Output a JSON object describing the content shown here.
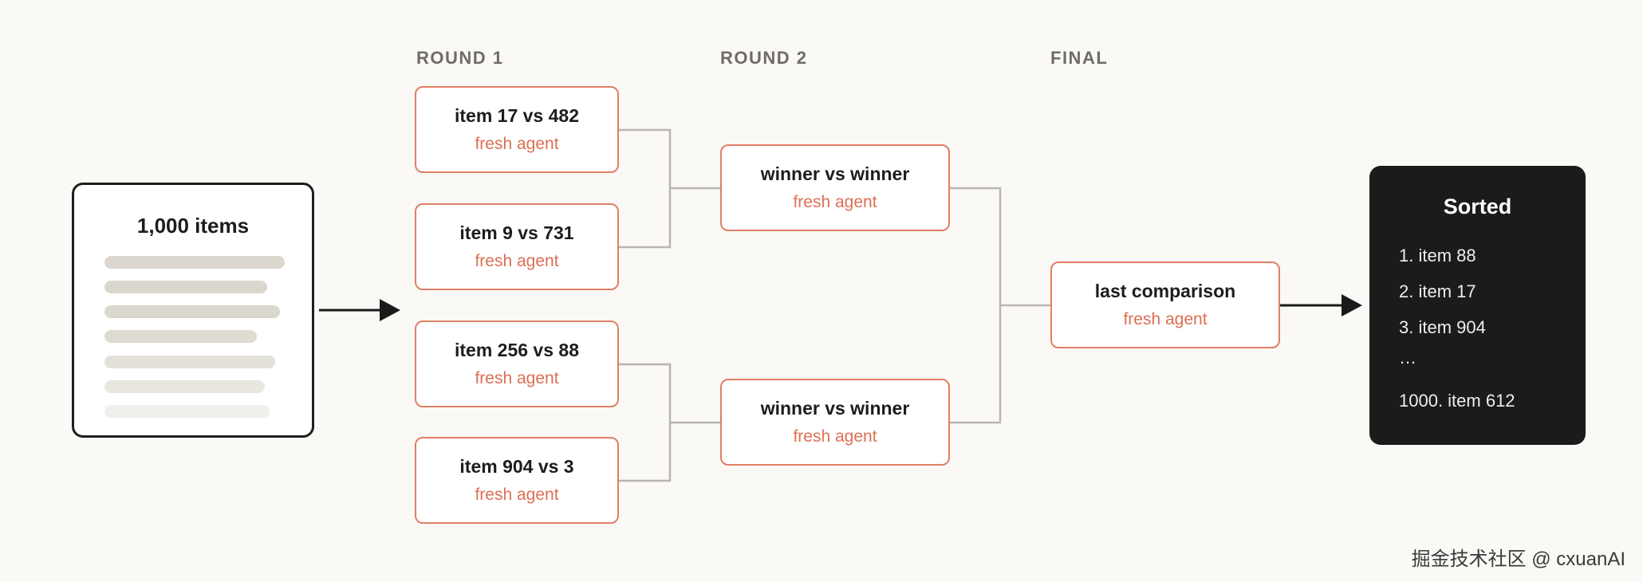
{
  "columns": {
    "round1": "ROUND 1",
    "round2": "ROUND 2",
    "final": "FINAL"
  },
  "input": {
    "title": "1,000 items"
  },
  "round1": [
    {
      "title": "item 17 vs 482",
      "sub": "fresh agent"
    },
    {
      "title": "item 9 vs 731",
      "sub": "fresh agent"
    },
    {
      "title": "item 256 vs 88",
      "sub": "fresh agent"
    },
    {
      "title": "item 904 vs 3",
      "sub": "fresh agent"
    }
  ],
  "round2": [
    {
      "title": "winner vs winner",
      "sub": "fresh agent"
    },
    {
      "title": "winner vs winner",
      "sub": "fresh agent"
    }
  ],
  "final": {
    "title": "last comparison",
    "sub": "fresh agent"
  },
  "output": {
    "title": "Sorted",
    "items": [
      "1. item 88",
      "2. item 17",
      "3. item 904",
      "…",
      "1000. item 612"
    ]
  },
  "colors": {
    "accent": "#e07f64",
    "accent_text": "#dc6f55",
    "connector": "#b9b6b0",
    "arrow": "#1a1a1a",
    "output_bg": "#1b1b1b"
  },
  "watermark": "掘金技术社区 @ cxuanAI"
}
